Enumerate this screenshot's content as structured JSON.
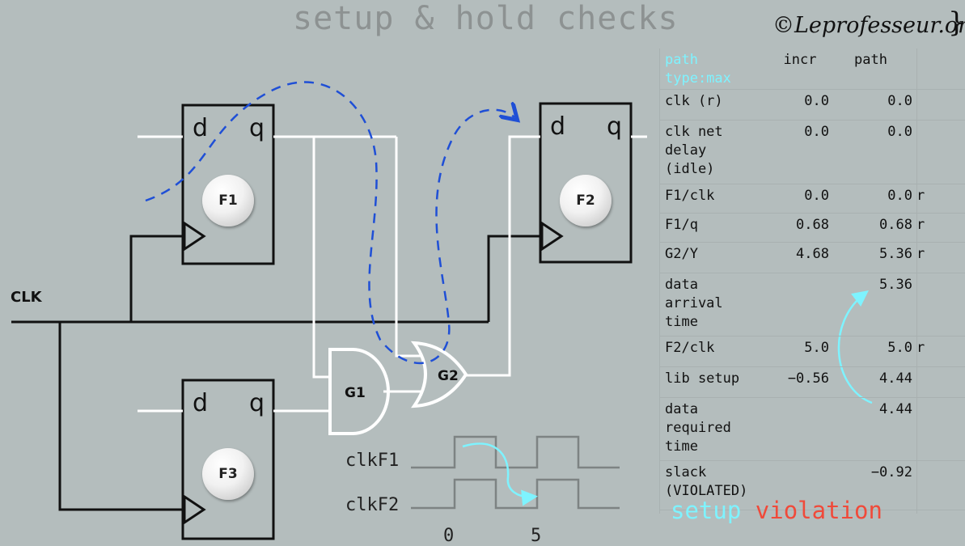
{
  "header": {
    "title": "setup & hold checks",
    "brand": "©Leprofesseur.org",
    "brace": "}"
  },
  "circuit": {
    "clk_label": "CLK",
    "flipflops": [
      {
        "name": "F1",
        "d": "d",
        "q": "q"
      },
      {
        "name": "F2",
        "d": "d",
        "q": "q"
      },
      {
        "name": "F3",
        "d": "d",
        "q": "q"
      }
    ],
    "gates": [
      {
        "name": "G1",
        "type": "and"
      },
      {
        "name": "G2",
        "type": "or"
      }
    ]
  },
  "waveforms": {
    "signals": [
      "clkF1",
      "clkF2"
    ],
    "axis": [
      "0",
      "5"
    ]
  },
  "timing_report": {
    "columns": [
      "path type:max",
      "incr",
      "path"
    ],
    "rows": [
      {
        "point": "clk (r)",
        "incr": "0.0",
        "path": "0.0",
        "edge": ""
      },
      {
        "point": "clk net\ndelay\n(idle)",
        "incr": "0.0",
        "path": "0.0",
        "edge": ""
      },
      {
        "point": "F1/clk",
        "incr": "0.0",
        "path": "0.0",
        "edge": "r"
      },
      {
        "point": "F1/q",
        "incr": "0.68",
        "path": "0.68",
        "edge": "r"
      },
      {
        "point": "G2/Y",
        "incr": "4.68",
        "path": "5.36",
        "edge": "r"
      },
      {
        "point": "data\narrival\ntime",
        "incr": "",
        "path": "5.36",
        "edge": ""
      },
      {
        "point": "F2/clk",
        "incr": "5.0",
        "path": "5.0",
        "edge": "r"
      },
      {
        "point": "lib setup",
        "incr": "−0.56",
        "path": "4.44",
        "edge": ""
      },
      {
        "point": "data\nrequired\ntime",
        "incr": "",
        "path": "4.44",
        "edge": ""
      },
      {
        "point": "slack\n(VIOLATED)",
        "incr": "",
        "path": "−0.92",
        "edge": ""
      }
    ]
  },
  "status": {
    "word1": "setup",
    "word2": "violation"
  },
  "colors": {
    "background": "#b4bdbd",
    "critical_path": "#1f4fd6",
    "cyan": "#7ef3ff",
    "violation": "#f04a3a"
  }
}
